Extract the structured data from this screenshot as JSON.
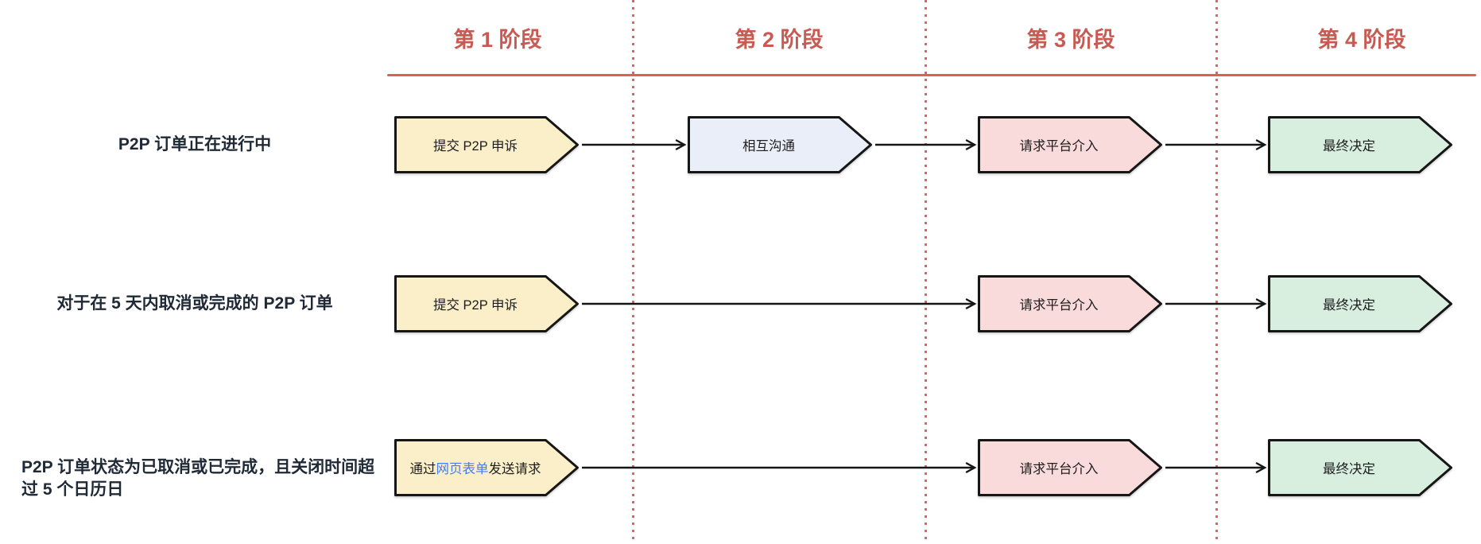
{
  "stage_header": {
    "labels": [
      "第 1 阶段",
      "第 2 阶段",
      "第 3 阶段",
      "第 4 阶段"
    ]
  },
  "colors": {
    "stage_accent_red": "#c75a52",
    "stage_rule_red": "#d86258",
    "stage_divider_red": "#e4625d",
    "box_border": "#161616",
    "condition_text": "#202a37",
    "box_text": "#1d1d1d",
    "link_blue": "#4a7cf1",
    "fill_yellow": "#faefc8",
    "fill_blue": "#eaeef8",
    "fill_pink": "#fadbdc",
    "fill_green": "#d8efe0"
  },
  "rows": [
    {
      "label": "P2P 订单正在进行中",
      "boxes": [
        {
          "text": "提交 P2P 申诉",
          "fill": "#faefc8"
        },
        {
          "text": "相互沟通",
          "fill": "#eaeef8"
        },
        {
          "text": "请求平台介入",
          "fill": "#fadbdc"
        },
        {
          "text": "最终决定",
          "fill": "#d8efe0"
        }
      ]
    },
    {
      "label": "对于在 5 天内取消或完成的 P2P 订单",
      "boxes": [
        {
          "text": "提交 P2P 申诉",
          "fill": "#faefc8"
        },
        {
          "text": "请求平台介入",
          "fill": "#fadbdc"
        },
        {
          "text": "最终决定",
          "fill": "#d8efe0"
        }
      ]
    },
    {
      "label_lines": [
        "P2P 订单状态为已取消或已完成，且关闭时间超",
        "过 5 个日历日"
      ],
      "boxes": [
        {
          "parts": {
            "prefix": "通过",
            "link": "网页表单",
            "suffix": "发送请求"
          },
          "fill": "#faefc8"
        },
        {
          "text": "请求平台介入",
          "fill": "#fadbdc"
        },
        {
          "text": "最终决定",
          "fill": "#d8efe0"
        }
      ]
    }
  ]
}
